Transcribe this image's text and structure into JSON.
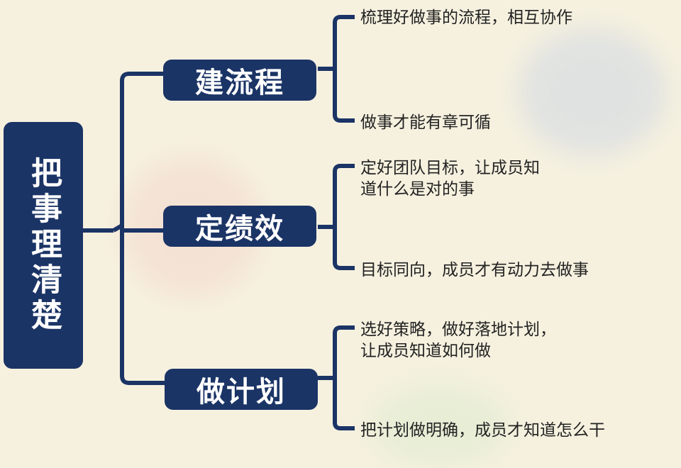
{
  "root": {
    "label": "把事理清楚"
  },
  "branches": [
    {
      "label": "建流程",
      "leaves": [
        "梳理好做事的流程，相互协作",
        "做事才能有章可循"
      ]
    },
    {
      "label": "定绩效",
      "leaves": [
        "定好团队目标，让成员知\n道什么是对的事",
        "目标同向，成员才有动力去做事"
      ]
    },
    {
      "label": "做计划",
      "leaves": [
        "选好策略，做好落地计划，\n让成员知道如何做",
        "把计划做明确，成员才知道怎么干"
      ]
    }
  ],
  "colors": {
    "node": "#1b3466",
    "background": "#f6f1df",
    "text": "#222222"
  }
}
